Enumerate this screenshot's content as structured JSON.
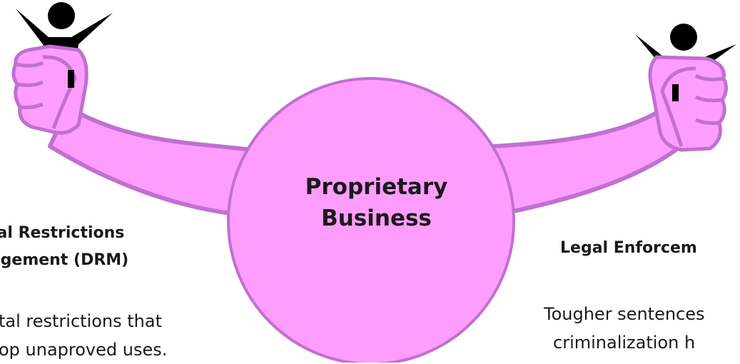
{
  "center": {
    "line1": "Proprietary",
    "line2": "Business"
  },
  "left": {
    "title_line1": "tal Restrictions",
    "title_line2": "ngement (DRM)",
    "body_line1": "tal restrictions that",
    "body_line2": "op unaproved uses."
  },
  "right": {
    "title": "Legal Enforcem",
    "body_line1": "Tougher sentences",
    "body_line2": "criminalization h"
  },
  "colors": {
    "body_fill": "#ff9dff",
    "body_stroke": "#c070d0",
    "figure": "#000000"
  }
}
